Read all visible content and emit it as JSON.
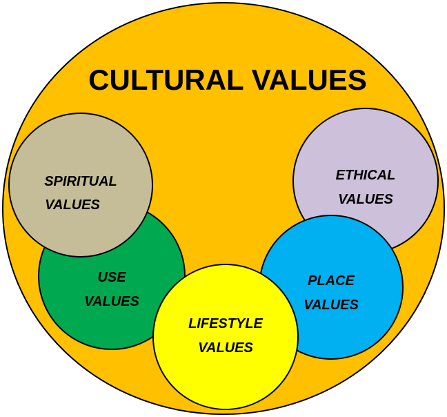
{
  "diagram": {
    "title": "CULTURAL VALUES",
    "colors": {
      "outer_fill": "#FFC000",
      "outline": "#000000",
      "text": "#000000"
    },
    "nodes": [
      {
        "id": "spiritual",
        "line1": "SPIRITUAL",
        "line2": "VALUES",
        "color": "#C4BD97"
      },
      {
        "id": "ethical",
        "line1": "ETHICAL",
        "line2": "VALUES",
        "color": "#CCC0DA"
      },
      {
        "id": "use",
        "line1": "USE",
        "line2": "VALUES",
        "color": "#00A94F"
      },
      {
        "id": "place",
        "line1": "PLACE",
        "line2": "VALUES",
        "color": "#00B0F0"
      },
      {
        "id": "lifestyle",
        "line1": "LIFESTYLE",
        "line2": "VALUES",
        "color": "#FFFF00"
      }
    ]
  }
}
